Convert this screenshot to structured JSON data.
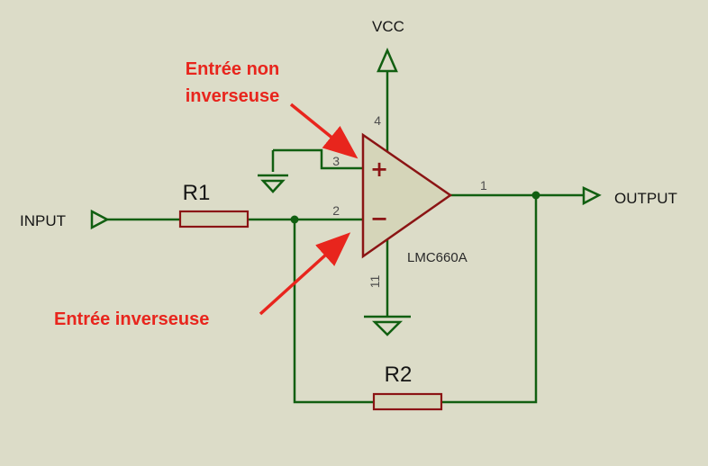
{
  "colors": {
    "background": "#dcdcc8",
    "wire": "#115f11",
    "component_outline": "#8b1414",
    "component_fill": "#d5d5b9",
    "annotation_red": "#e8251d",
    "pin_number_text": "#4d4d4d",
    "label_text": "#151515"
  },
  "labels": {
    "vcc": "VCC",
    "input": "INPUT",
    "output": "OUTPUT",
    "opamp_part": "LMC660A",
    "r1": "R1",
    "r2": "R2",
    "plus": "+",
    "minus": "−"
  },
  "pins": {
    "pin1": "1",
    "pin2": "2",
    "pin3": "3",
    "pin4": "4",
    "pin11": "11"
  },
  "annotations": {
    "non_inverting_line1": "Entrée non",
    "non_inverting_line2": "inverseuse",
    "inverting": "Entrée inverseuse"
  }
}
